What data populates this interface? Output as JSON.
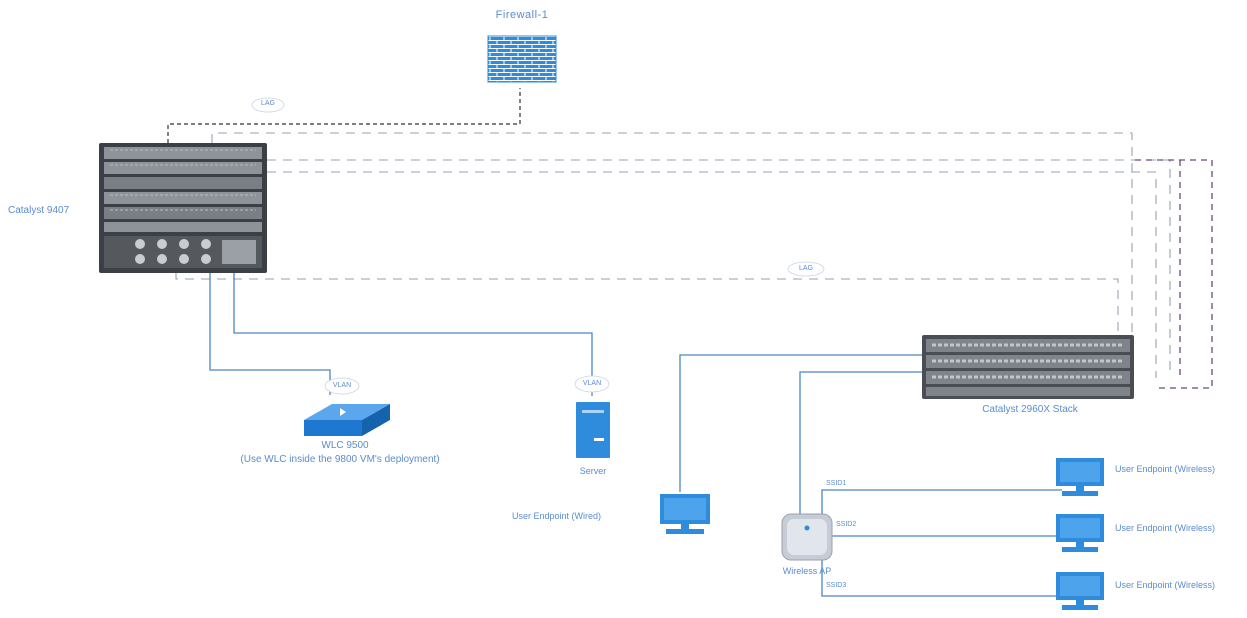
{
  "nodes": {
    "firewall": {
      "label": "Firewall-1",
      "icon": "firewall-icon"
    },
    "core_switch": {
      "label": "Catalyst 9407",
      "icon": "chassis-switch-icon"
    },
    "wlc": {
      "label": "WLC 9500",
      "sublabel": "(Use WLC inside the 9800 VM's deployment)"
    },
    "server": {
      "label": "Server",
      "icon": "server-icon"
    },
    "access_switch": {
      "label": "Catalyst 2960X Stack",
      "icon": "stacked-switch-icon"
    },
    "access_point": {
      "label": "Wireless AP",
      "icon": "access-point-icon"
    },
    "pc_wired": {
      "label": "User Endpoint (Wired)",
      "icon": "desktop-icon"
    },
    "pc1": {
      "label": "User Endpoint (Wireless)",
      "icon": "desktop-icon"
    },
    "pc2": {
      "label": "User Endpoint (Wireless)",
      "icon": "desktop-icon"
    },
    "pc3": {
      "label": "User Endpoint (Wireless)",
      "icon": "desktop-icon"
    }
  },
  "link_labels": {
    "core_firewall": "LAG",
    "core_access": "LAG",
    "wlc": "VLAN",
    "server": "VLAN",
    "ssid1": "SSID1",
    "ssid2": "SSID2",
    "ssid3": "SSID3"
  },
  "colors": {
    "link_solid": "#4a86c8",
    "link_dashed": "#9a9a9a",
    "link_dark": "#333333",
    "link_purple": "#6b4a7a",
    "device_blue": "#2f8bdc",
    "text": "#5b8bcf"
  }
}
